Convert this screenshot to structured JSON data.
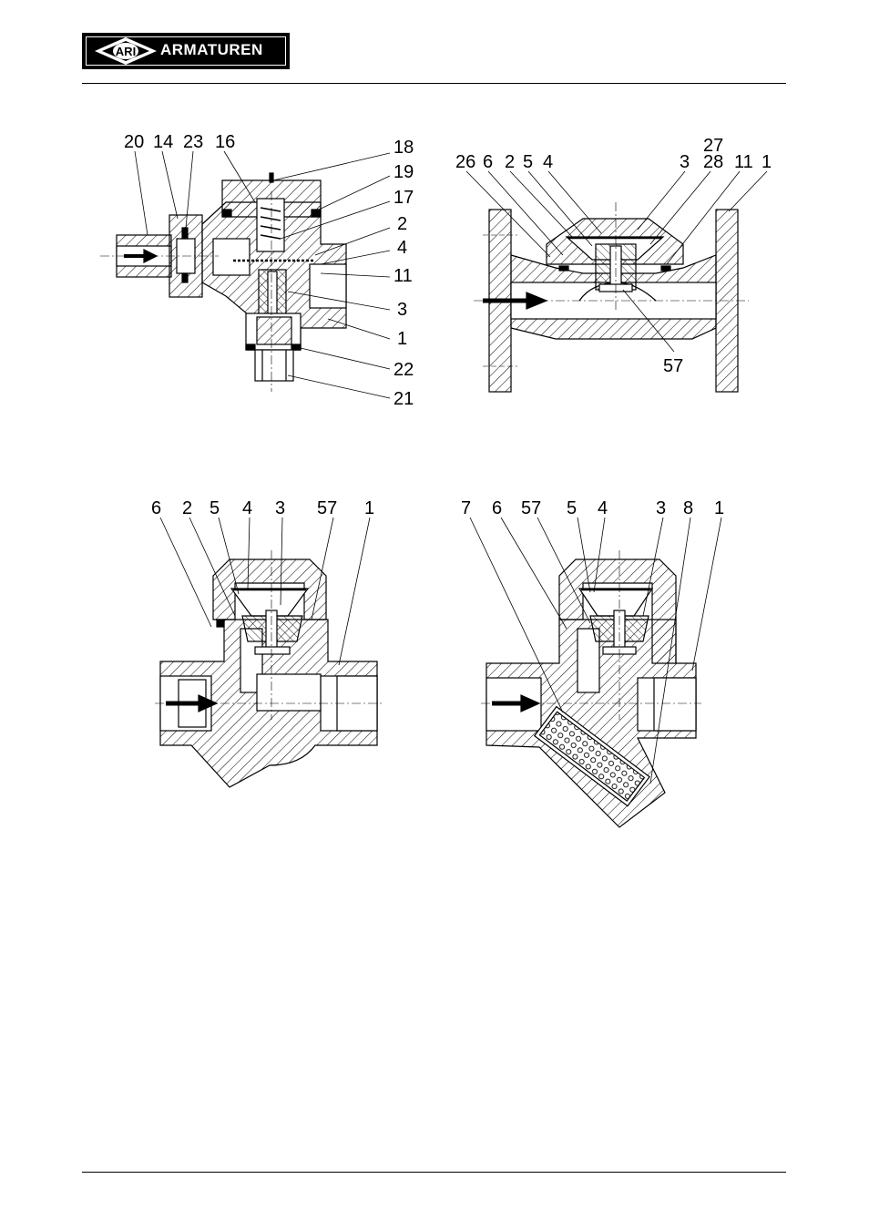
{
  "header": {
    "brand_mark": "ARI",
    "brand_name": "ARMATUREN"
  },
  "figures": [
    {
      "id": "fig1",
      "labels": [
        "20",
        "14",
        "23",
        "16",
        "18",
        "19",
        "17",
        "2",
        "4",
        "11",
        "3",
        "1",
        "22",
        "21"
      ]
    },
    {
      "id": "fig2",
      "labels": [
        "26",
        "6",
        "2",
        "5",
        "4",
        "27",
        "3",
        "28",
        "11",
        "1",
        "57"
      ]
    },
    {
      "id": "fig3",
      "labels": [
        "6",
        "2",
        "5",
        "4",
        "3",
        "57",
        "1"
      ]
    },
    {
      "id": "fig4",
      "labels": [
        "7",
        "6",
        "57",
        "5",
        "4",
        "3",
        "8",
        "1"
      ]
    }
  ],
  "colors": {
    "ink": "#000000",
    "paper": "#ffffff"
  }
}
